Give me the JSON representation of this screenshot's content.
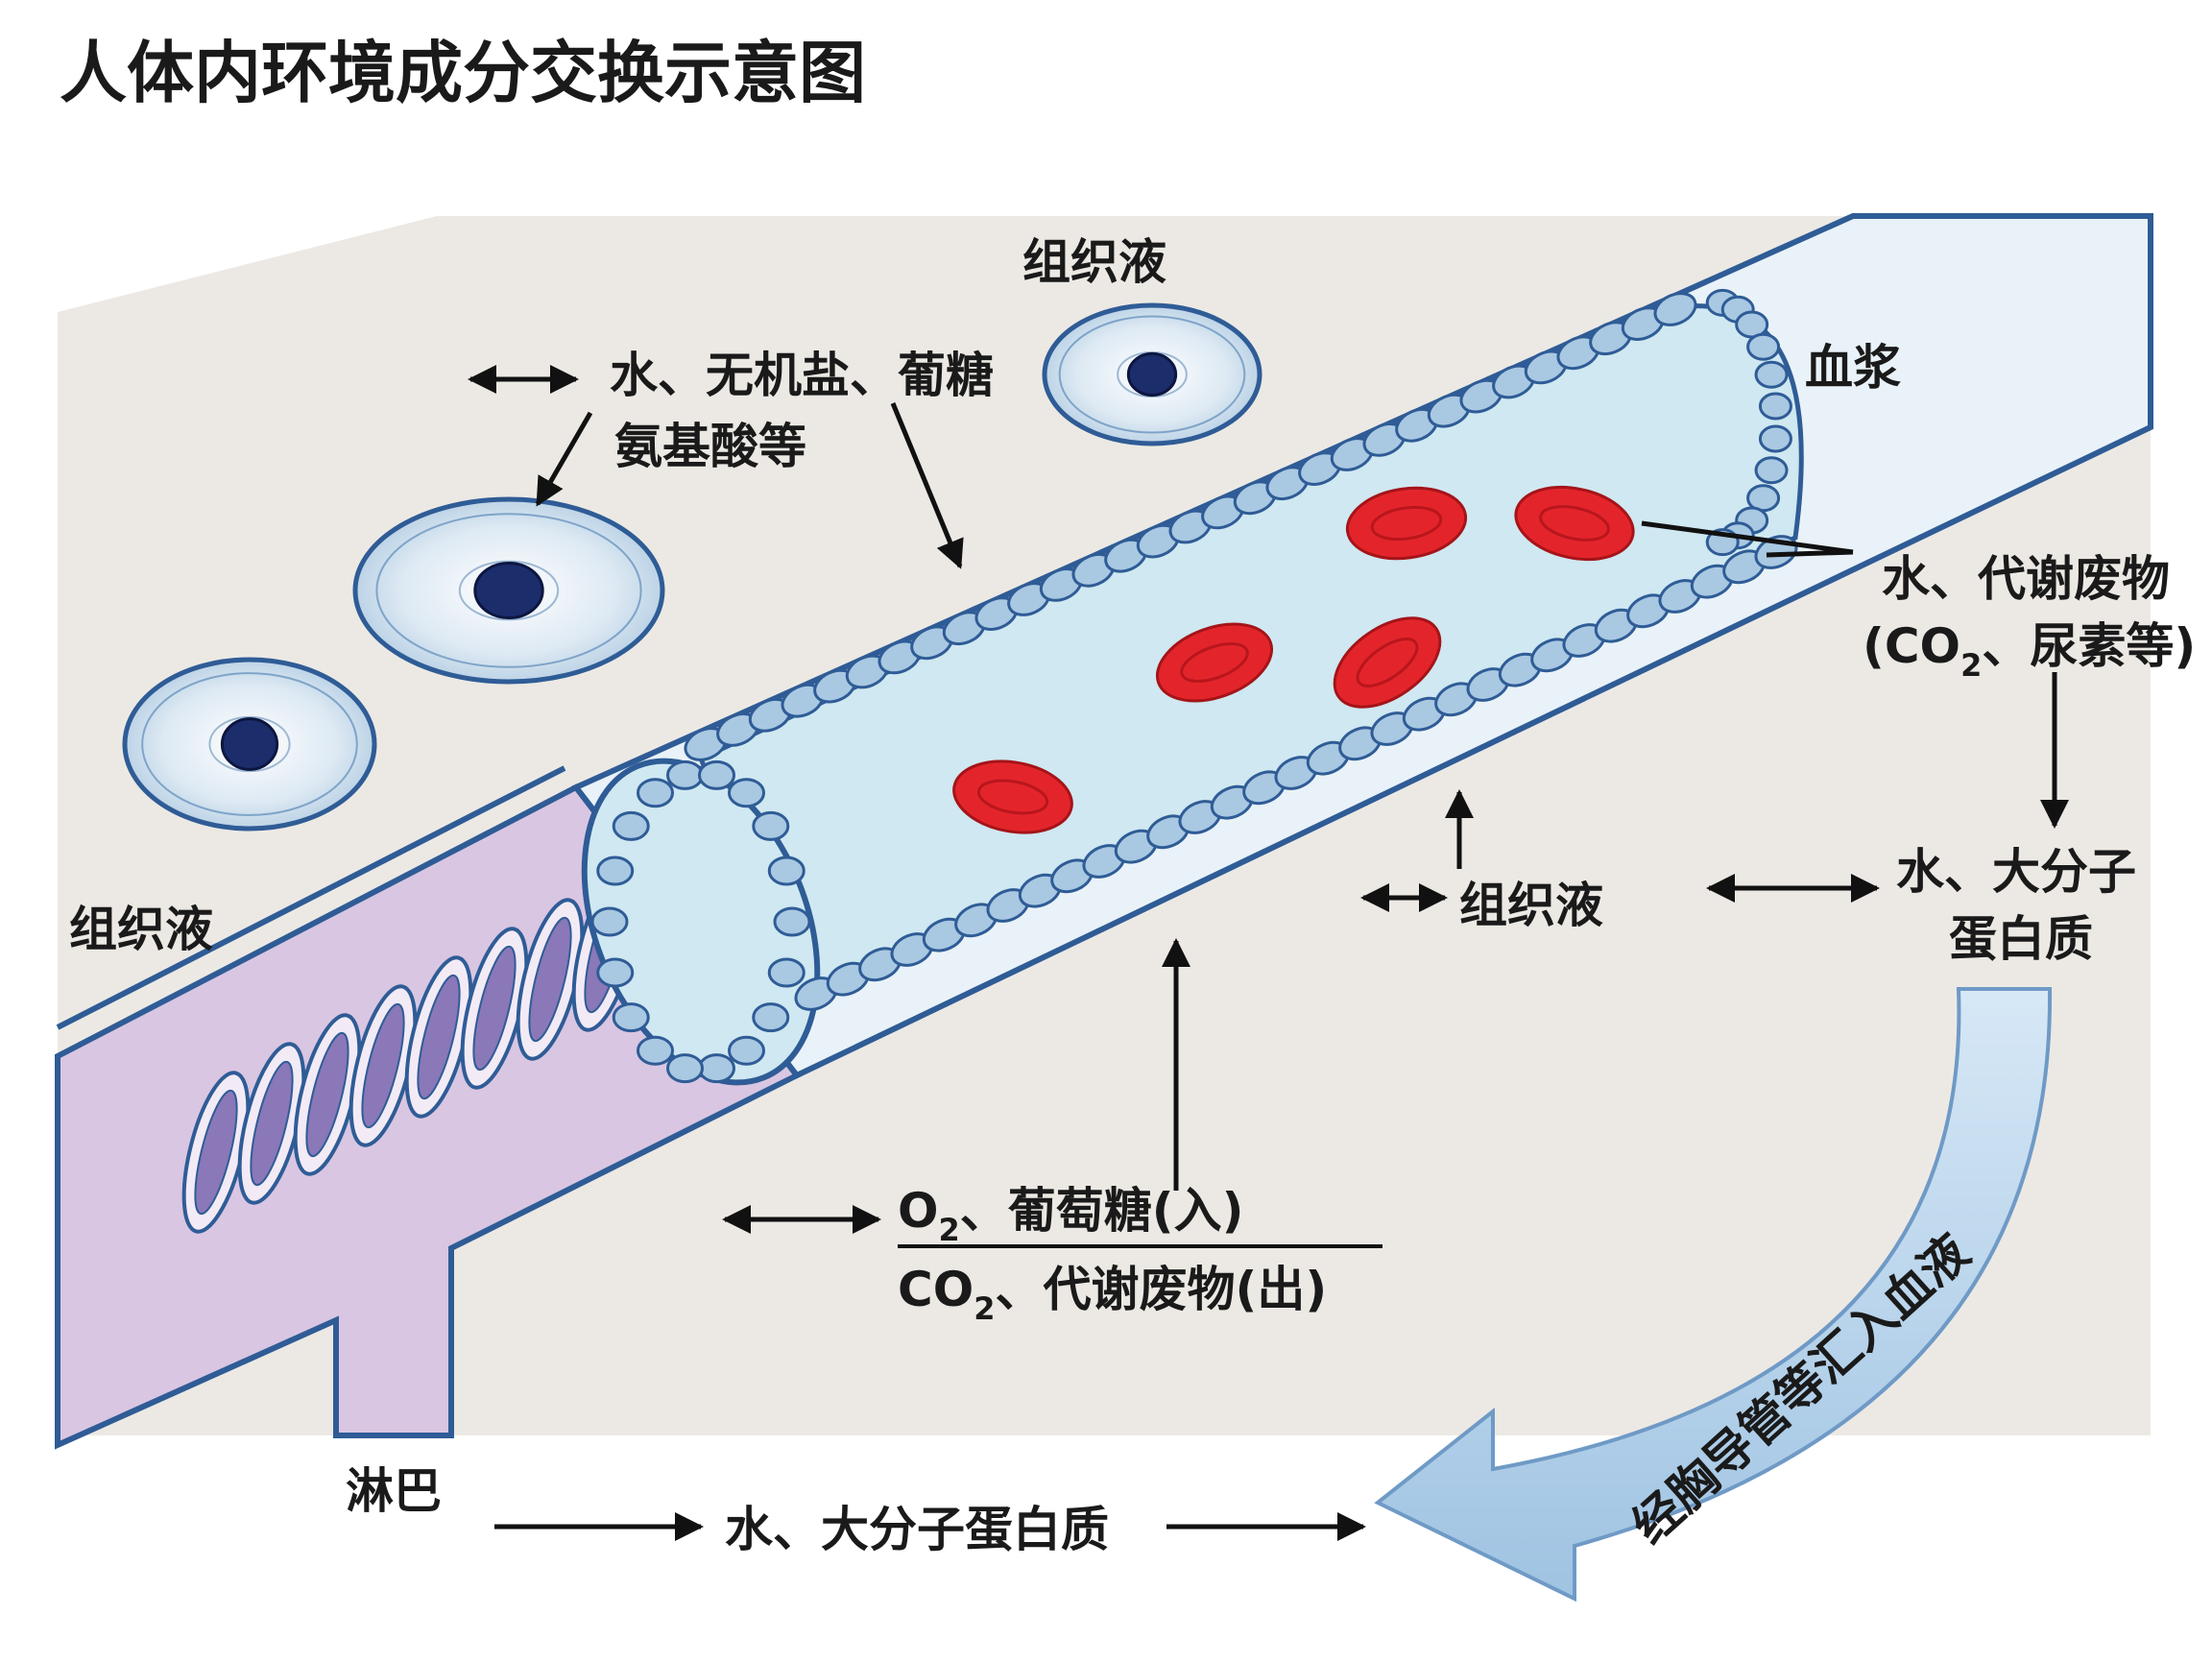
{
  "title": "人体内环境成分交换示意图",
  "labels": {
    "tissue_fluid_top": "组织液",
    "tissue_fluid_left": "组织液",
    "tissue_fluid_right": "组织液",
    "plasma": "血浆",
    "lymph": "淋巴",
    "nutrients_line1": "水、无机盐、葡糖",
    "nutrients_line2": "氨基酸等",
    "waste_line1": "水、代谢废物",
    "waste_line2_open": "(CO",
    "waste_line2_sub": "2",
    "waste_line2_close": "、尿素等)",
    "macro_line1": "水、大分子",
    "macro_line2": "蛋白质",
    "gas_in_prefix": "O",
    "gas_in_sub": "2",
    "gas_in_rest": "、葡萄糖(入)",
    "gas_out_prefix": "CO",
    "gas_out_sub": "2",
    "gas_out_rest": "、代谢废物(出)",
    "lymph_flow": "水、大分子蛋白质",
    "thoracic_duct": "经胸导管等汇入血液"
  },
  "colors": {
    "tissue_bg": "#ece9e4",
    "capillary_lumen": "#cfe8f1",
    "endothelial_cell": "#a9c8e2",
    "vessel_outline": "#2f5c96",
    "red_blood_cell": "#e3252b",
    "lymph_vessel": "#d9c6e2",
    "lymph_valve": "#8a78b8",
    "return_arrow": "#b7d4ec"
  }
}
